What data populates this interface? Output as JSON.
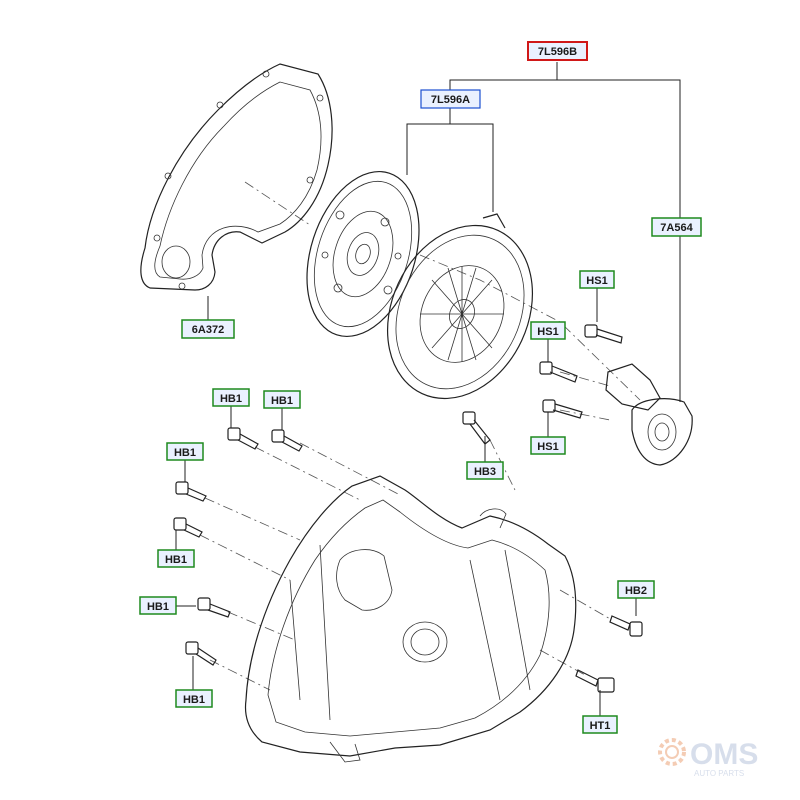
{
  "callouts": {
    "assembly": "7L596B",
    "clutch_kit": "7L596A",
    "gasket": "6A372",
    "slave_cylinder": "7A564",
    "hs1_a": "HS1",
    "hs1_b": "HS1",
    "hs1_c": "HS1",
    "hb3": "HB3",
    "hb1_a": "HB1",
    "hb1_b": "HB1",
    "hb1_c": "HB1",
    "hb1_d": "HB1",
    "hb1_e": "HB1",
    "hb1_f": "HB1",
    "hb2": "HB2",
    "ht1": "HT1"
  },
  "watermark": "OMS AUTO PARTS",
  "colors": {
    "green_box": "#1e8a1e",
    "blue_text": "#1b4fd0",
    "red_box": "#d01818",
    "label_fill": "#eaf1ff"
  }
}
